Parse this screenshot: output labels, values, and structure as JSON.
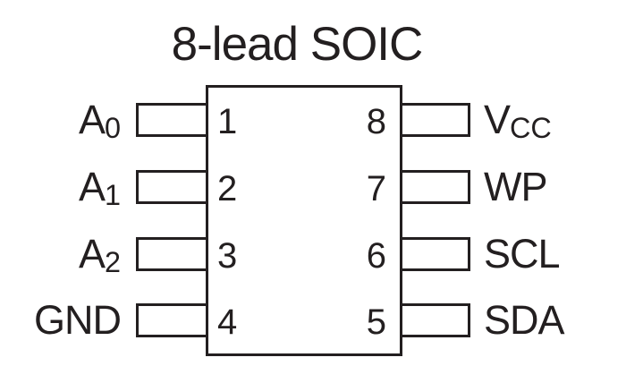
{
  "title": "8-lead SOIC",
  "colors": {
    "ink": "#231f20",
    "background": "#ffffff"
  },
  "package": {
    "type": "8-lead SOIC",
    "left_pins": [
      {
        "number": "1",
        "base": "A",
        "sub": "0"
      },
      {
        "number": "2",
        "base": "A",
        "sub": "1"
      },
      {
        "number": "3",
        "base": "A",
        "sub": "2"
      },
      {
        "number": "4",
        "base": "GND",
        "sub": ""
      }
    ],
    "right_pins": [
      {
        "number": "8",
        "base": "V",
        "sub": "CC"
      },
      {
        "number": "7",
        "base": "WP",
        "sub": ""
      },
      {
        "number": "6",
        "base": "SCL",
        "sub": ""
      },
      {
        "number": "5",
        "base": "SDA",
        "sub": ""
      }
    ]
  }
}
